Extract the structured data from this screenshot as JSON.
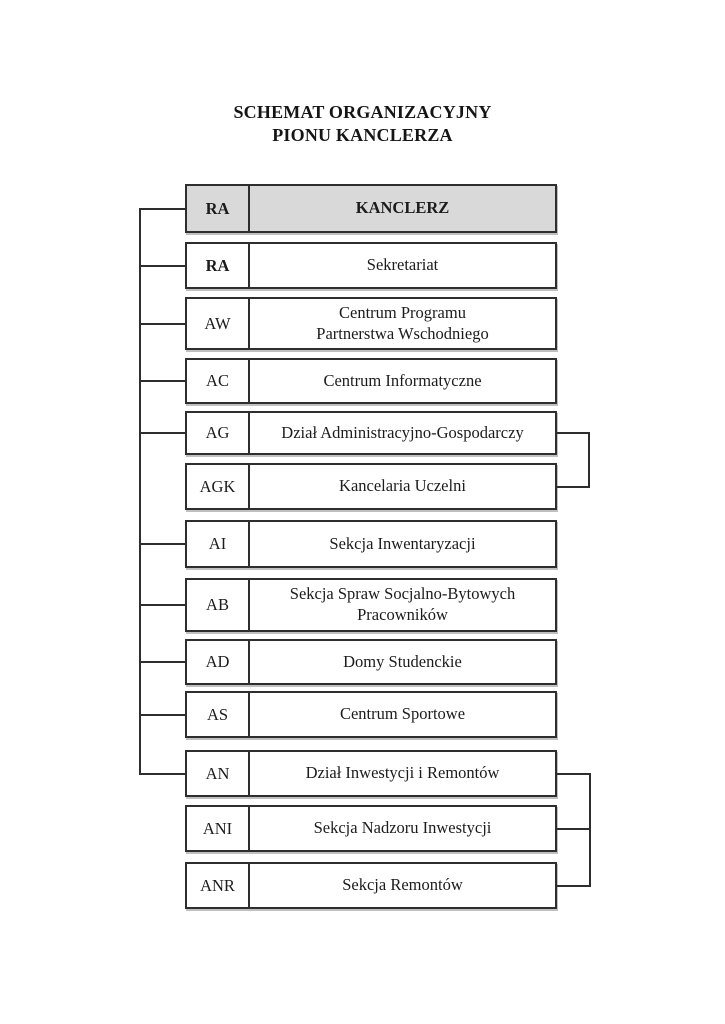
{
  "title": {
    "line1": "SCHEMAT ORGANIZACYJNY",
    "line2": "PIONU KANCLERZA"
  },
  "colors": {
    "header_fill": "#d9d9d9",
    "line": "#2e2e2e",
    "background": "#ffffff"
  },
  "chart": {
    "rows": [
      {
        "code": "RA",
        "name": "KANCLERZ",
        "header": true,
        "code_bold": true
      },
      {
        "code": "RA",
        "name": "Sekretariat",
        "header": false,
        "code_bold": true
      },
      {
        "code": "AW",
        "name": "Centrum Programu\nPartnerstwa Wschodniego",
        "header": false,
        "code_bold": false
      },
      {
        "code": "AC",
        "name": "Centrum Informatyczne",
        "header": false,
        "code_bold": false
      },
      {
        "code": "AG",
        "name": "Dział Administracyjno-Gospodarczy",
        "header": false,
        "code_bold": false
      },
      {
        "code": "AGK",
        "name": "Kancelaria Uczelni",
        "header": false,
        "code_bold": false
      },
      {
        "code": "AI",
        "name": "Sekcja Inwentaryzacji",
        "header": false,
        "code_bold": false
      },
      {
        "code": "AB",
        "name": "Sekcja Spraw Socjalno-Bytowych\nPracowników",
        "header": false,
        "code_bold": false
      },
      {
        "code": "AD",
        "name": "Domy Studenckie",
        "header": false,
        "code_bold": false
      },
      {
        "code": "AS",
        "name": "Centrum Sportowe",
        "header": false,
        "code_bold": false
      },
      {
        "code": "AN",
        "name": "Dział Inwestycji i Remontów",
        "header": false,
        "code_bold": false
      },
      {
        "code": "ANI",
        "name": "Sekcja Nadzoru Inwestycji",
        "header": false,
        "code_bold": false
      },
      {
        "code": "ANR",
        "name": "Sekcja Remontów",
        "header": false,
        "code_bold": false
      }
    ],
    "connections": {
      "left_trunk_row_indices": [
        0,
        1,
        2,
        3,
        4,
        6,
        7,
        8,
        9,
        10
      ],
      "right_connectors": [
        {
          "from": "AG",
          "to": [
            "AGK"
          ]
        },
        {
          "from": "AN",
          "to": [
            "ANI",
            "ANR"
          ]
        }
      ]
    }
  }
}
